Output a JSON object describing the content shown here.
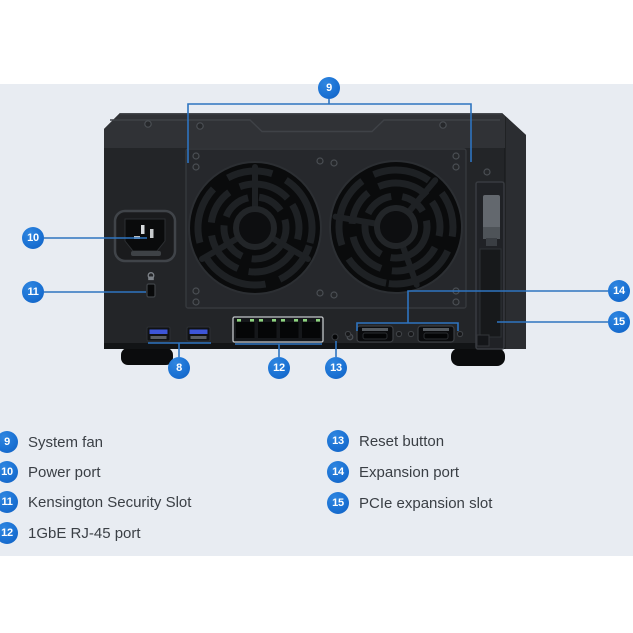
{
  "title": "NAS rear panel callout diagram",
  "colors": {
    "accent_blue": "#1b72d4",
    "callout_line_blue": "#2e74c0",
    "background_band": "#e8ecf2",
    "device_body": "#232528",
    "usb_port_blue": "#3d55d8",
    "lan_led_green": "#8ed47f",
    "legend_text": "#3a3f45"
  },
  "callouts": {
    "c8": "8",
    "c9": "9",
    "c10": "10",
    "c11": "11",
    "c12": "12",
    "c13": "13",
    "c14": "14",
    "c15": "15"
  },
  "legend": {
    "left": [
      {
        "num": "9",
        "label": "System fan"
      },
      {
        "num": "10",
        "label": "Power port"
      },
      {
        "num": "11",
        "label": "Kensington Security Slot"
      },
      {
        "num": "12",
        "label": "1GbE RJ-45 port"
      }
    ],
    "right": [
      {
        "num": "13",
        "label": "Reset button"
      },
      {
        "num": "14",
        "label": "Expansion port"
      },
      {
        "num": "15",
        "label": "PCIe expansion slot"
      }
    ]
  }
}
